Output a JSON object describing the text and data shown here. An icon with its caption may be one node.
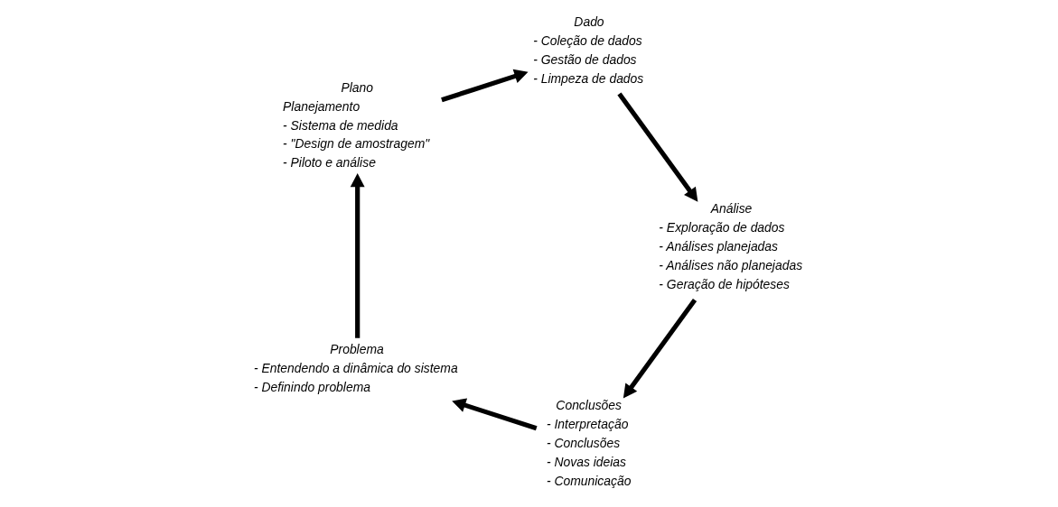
{
  "diagram": {
    "nodes": [
      {
        "text": [
          "Conclusões"
        ],
        "beside": [
          "- Interpretação",
          "- Conclusões",
          "- Novas ideias",
          "- Comunicação"
        ]
      },
      {
        "text": [
          "Problema"
        ],
        "beside": [
          "- Entendendo a dinâmica do sistema",
          "- Definindo problema"
        ]
      },
      {
        "text": [
          "Plano"
        ],
        "beside": [
          "Planejamento",
          "- Sistema de medida",
          "- \"Design de amostragem\"",
          "- Piloto e análise"
        ]
      },
      {
        "text": [
          "Dado"
        ],
        "beside": [
          "- Coleção de dados",
          "- Gestão de dados",
          "- Limpeza de dados"
        ]
      },
      {
        "text": [
          "Análise"
        ],
        "beside": [
          "- Exploração de dados",
          "- Análises planejadas",
          "- Análises não planejadas",
          "- Geração de hipóteses"
        ]
      }
    ],
    "edges": [
      {
        "from": 0,
        "to": 1,
        "arrow": "to"
      },
      {
        "from": 1,
        "to": 2,
        "arrow": "to"
      },
      {
        "from": 2,
        "to": 3,
        "arrow": "to"
      },
      {
        "from": 3,
        "to": 4,
        "arrow": "to"
      },
      {
        "from": 4,
        "to": 0,
        "arrow": "to"
      }
    ]
  }
}
